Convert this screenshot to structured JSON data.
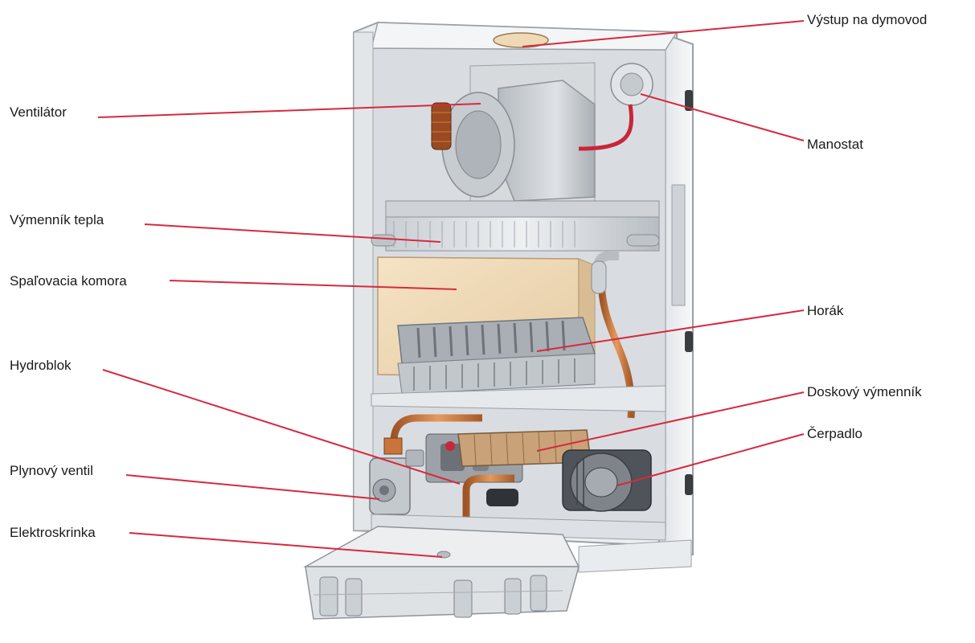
{
  "labels": {
    "vystup": "Výstup na dymovod",
    "ventilator": "Ventilátor",
    "manostat": "Manostat",
    "vymennik_tepla": "Výmenník tepla",
    "spalovacia_komora": "Spaľovacia komora",
    "horak": "Horák",
    "hydroblok": "Hydroblok",
    "doskovy_vymennik": "Doskový výmenník",
    "cerpadlo": "Čerpadlo",
    "plynovy_ventil": "Plynový ventil",
    "elektroskrinka": "Elektroskrinka"
  },
  "colors": {
    "leader_line": "#d62a3e",
    "label_text": "#1a1a1a",
    "casing": "#e9ecef",
    "chamber": "#efd9b6",
    "copper": "#c9743a"
  }
}
